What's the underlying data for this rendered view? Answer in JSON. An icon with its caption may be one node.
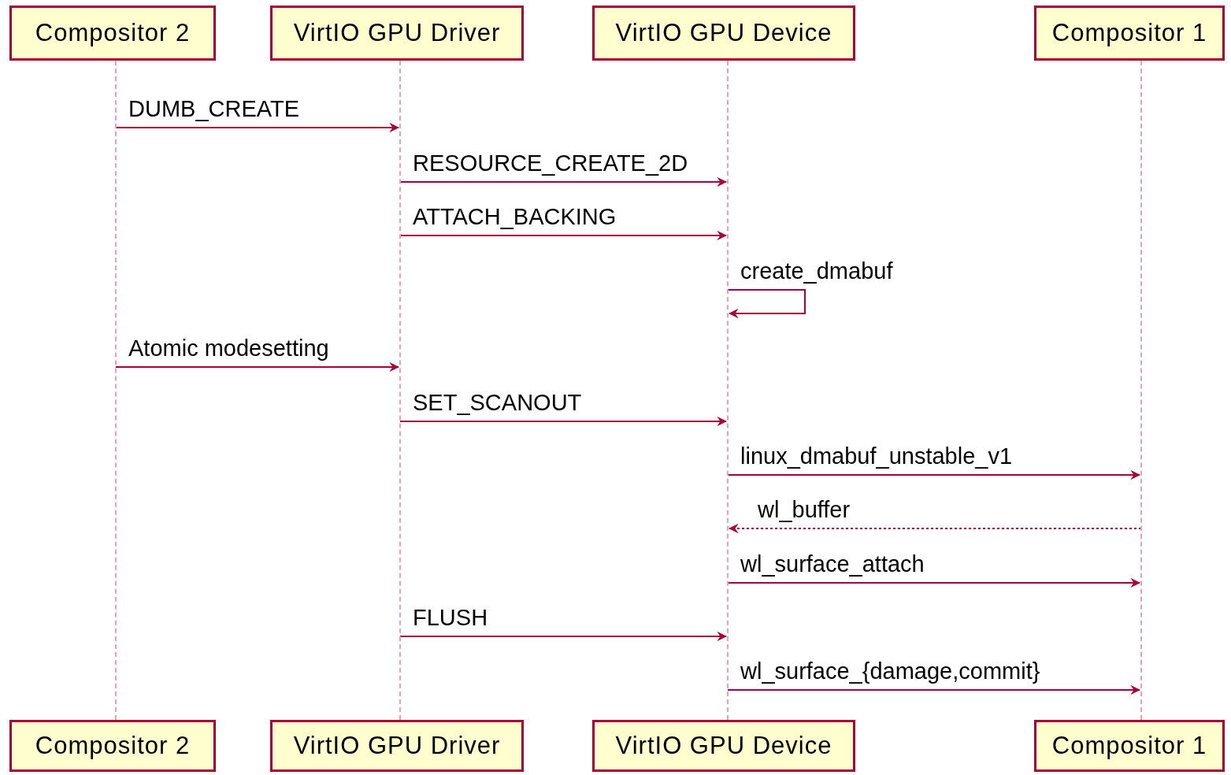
{
  "diagram": {
    "nodes": [
      {
        "text": [
          "Compositor 2"
        ]
      },
      {
        "text": [
          "VirtIO GPU Driver"
        ]
      },
      {
        "text": [
          "VirtIO GPU Device"
        ]
      },
      {
        "text": [
          "Compositor 1"
        ]
      },
      {
        "text": [
          "Compositor 2"
        ]
      },
      {
        "text": [
          "VirtIO GPU Driver"
        ]
      },
      {
        "text": [
          "VirtIO GPU Device"
        ]
      },
      {
        "text": [
          "Compositor 1"
        ]
      },
      {
        "text": [],
        "shape": "line"
      },
      {
        "text": [],
        "shape": "line"
      },
      {
        "text": [],
        "shape": "line"
      },
      {
        "text": [],
        "shape": "line"
      }
    ],
    "edges": [
      {
        "from": 8,
        "to": 9,
        "arrow": "to",
        "label": "DUMB_CREATE"
      },
      {
        "from": 9,
        "to": 10,
        "arrow": "to",
        "label": "RESOURCE_CREATE_2D"
      },
      {
        "from": 9,
        "to": 10,
        "arrow": "to",
        "label": "ATTACH_BACKING"
      },
      {
        "from": 10,
        "to": 10,
        "arrow": "to",
        "label": "create_dmabuf"
      },
      {
        "from": 8,
        "to": 9,
        "arrow": "to",
        "label": "Atomic modesetting"
      },
      {
        "from": 9,
        "to": 10,
        "arrow": "to",
        "label": "SET_SCANOUT"
      },
      {
        "from": 10,
        "to": 11,
        "arrow": "to",
        "label": "linux_dmabuf_unstable_v1"
      },
      {
        "from": 11,
        "to": 10,
        "arrow": "to",
        "label": "wl_buffer",
        "style": "dashed"
      },
      {
        "from": 10,
        "to": 11,
        "arrow": "to",
        "label": "wl_surface_attach"
      },
      {
        "from": 9,
        "to": 10,
        "arrow": "to",
        "label": "FLUSH"
      },
      {
        "from": 10,
        "to": 11,
        "arrow": "to",
        "label": "wl_surface_{damage,commit}"
      }
    ]
  }
}
